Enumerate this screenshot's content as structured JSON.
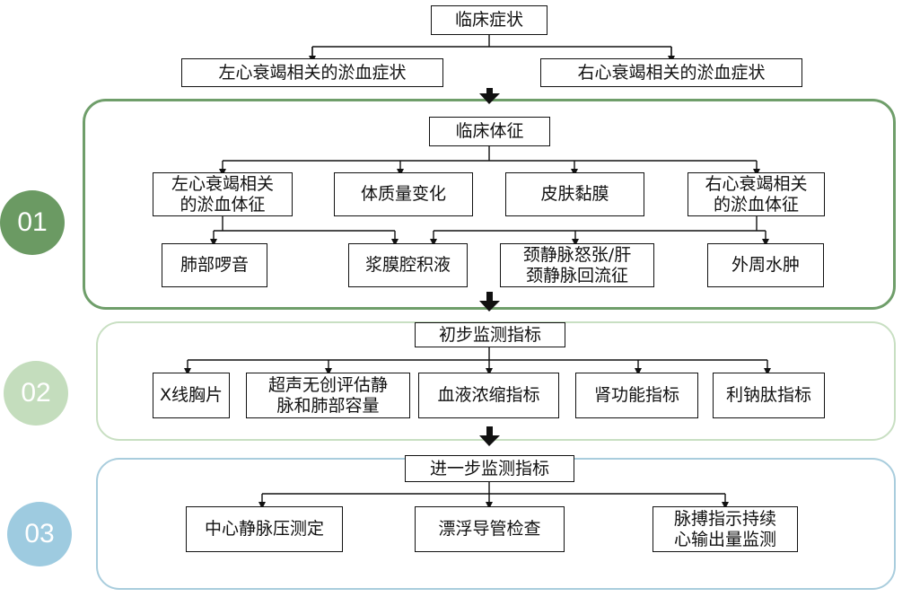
{
  "top": {
    "clinical_symptoms": "临床症状",
    "left_hf_symptoms": "左心衰竭相关的淤血症状",
    "right_hf_symptoms": "右心衰竭相关的淤血症状"
  },
  "section1": {
    "badge": "01",
    "title": "临床体征",
    "signs": [
      "左心衰竭相关\n的淤血体征",
      "体质量变化",
      "皮肤黏膜",
      "右心衰竭相关\n的淤血体征"
    ],
    "sub_signs": [
      "肺部啰音",
      "浆膜腔积液",
      "颈静脉怒张/肝\n颈静脉回流征",
      "外周水肿"
    ]
  },
  "section2": {
    "badge": "02",
    "title": "初步监测指标",
    "items": [
      "X线胸片",
      "超声无创评估静\n脉和肺部容量",
      "血液浓缩指标",
      "肾功能指标",
      "利钠肽指标"
    ]
  },
  "section3": {
    "badge": "03",
    "title": "进一步监测指标",
    "items": [
      "中心静脉压测定",
      "漂浮导管检查",
      "脉搏指示持续\n心输出量监测"
    ]
  },
  "colors": {
    "section1_border": "#6f9e6a",
    "section1_badge": "#6b9a63",
    "section2_border": "#c8dfc2",
    "section2_badge": "#c4ddbd",
    "section3_border": "#a9cddd",
    "section3_badge": "#9ecbe0"
  }
}
